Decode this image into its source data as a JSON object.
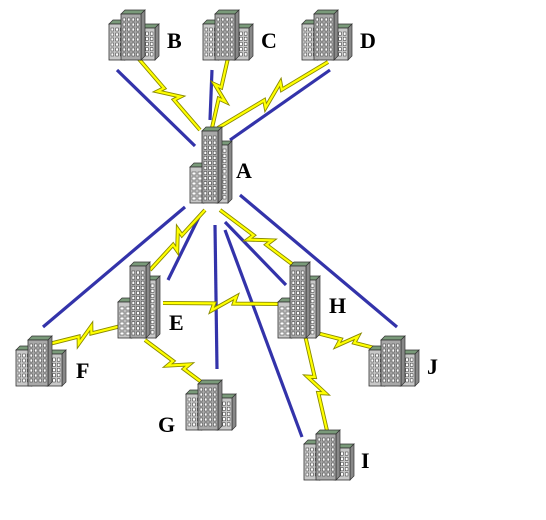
{
  "nodes": [
    {
      "id": "A",
      "label": "A",
      "kind": "tower"
    },
    {
      "id": "B",
      "label": "B",
      "kind": "office"
    },
    {
      "id": "C",
      "label": "C",
      "kind": "office"
    },
    {
      "id": "D",
      "label": "D",
      "kind": "office"
    },
    {
      "id": "E",
      "label": "E",
      "kind": "tower"
    },
    {
      "id": "F",
      "label": "F",
      "kind": "office"
    },
    {
      "id": "G",
      "label": "G",
      "kind": "office"
    },
    {
      "id": "H",
      "label": "H",
      "kind": "tower"
    },
    {
      "id": "I",
      "label": "I",
      "kind": "office"
    },
    {
      "id": "J",
      "label": "J",
      "kind": "office"
    }
  ],
  "wired_links": [
    [
      "A",
      "B"
    ],
    [
      "A",
      "C"
    ],
    [
      "A",
      "D"
    ],
    [
      "A",
      "F"
    ],
    [
      "A",
      "E"
    ],
    [
      "A",
      "G"
    ],
    [
      "A",
      "I"
    ],
    [
      "A",
      "H"
    ],
    [
      "A",
      "J"
    ]
  ],
  "wireless_links": [
    [
      "A",
      "B"
    ],
    [
      "A",
      "C"
    ],
    [
      "A",
      "D"
    ],
    [
      "A",
      "E"
    ],
    [
      "A",
      "H"
    ],
    [
      "E",
      "H"
    ],
    [
      "E",
      "F"
    ],
    [
      "E",
      "G"
    ],
    [
      "H",
      "I"
    ],
    [
      "H",
      "J"
    ]
  ],
  "colors": {
    "wired": "#3333aa",
    "wireless": "#ffff00",
    "wireless_outline": "#8a8a00",
    "building_light": "#c8c8c8",
    "building_mid": "#a8a8a8",
    "building_roof": "#7a9a7a",
    "window": "#ffffff"
  },
  "legend": {}
}
